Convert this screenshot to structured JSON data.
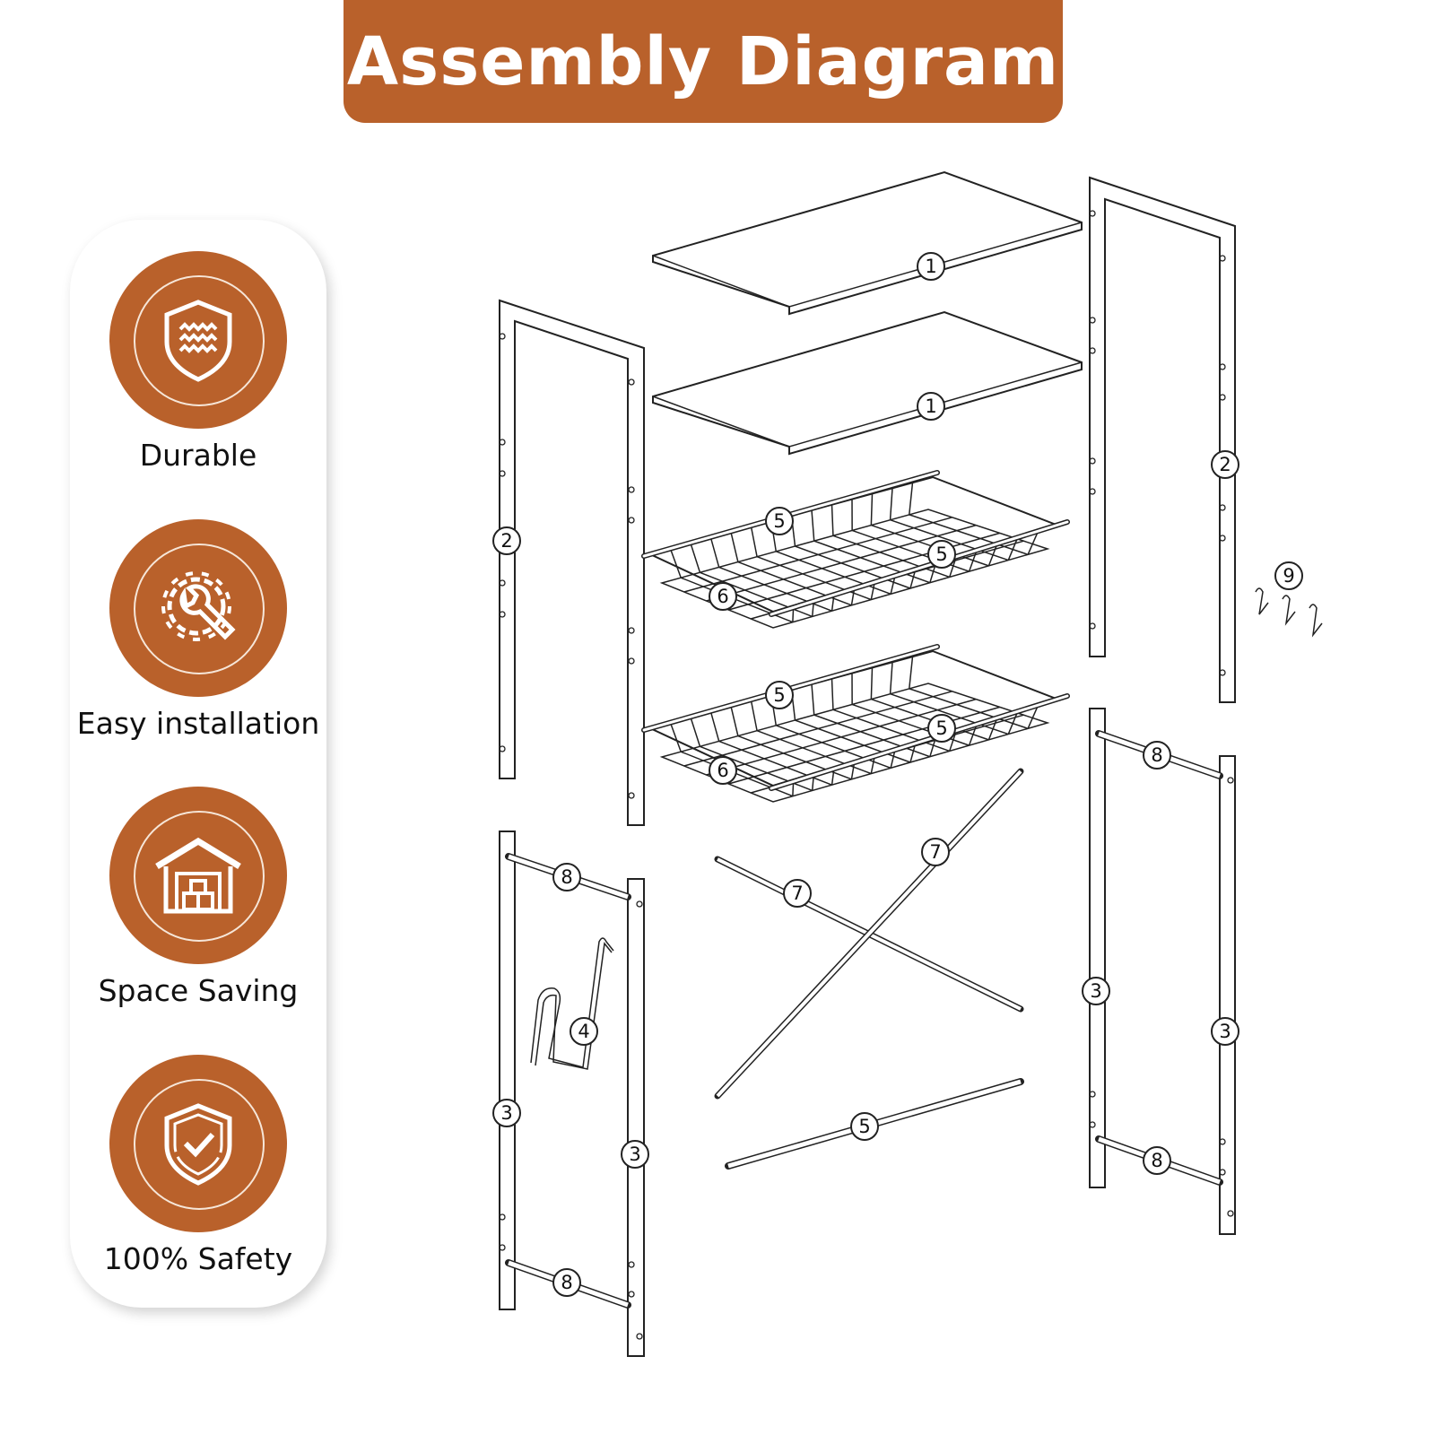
{
  "header": {
    "title": "Assembly Diagram"
  },
  "features": [
    {
      "label": "Durable",
      "icon": "shield-water-icon"
    },
    {
      "label": "Easy installation",
      "icon": "gear-wrench-icon"
    },
    {
      "label": "Space Saving",
      "icon": "garage-storage-icon"
    },
    {
      "label": "100% Safety",
      "icon": "shield-check-icon"
    }
  ],
  "colors": {
    "accent": "#B9612B",
    "line": "#222222"
  },
  "parts": {
    "p1": "1",
    "p2": "2",
    "p3": "3",
    "p4": "4",
    "p5": "5",
    "p6": "6",
    "p7": "7",
    "p8": "8",
    "p9": "9"
  }
}
